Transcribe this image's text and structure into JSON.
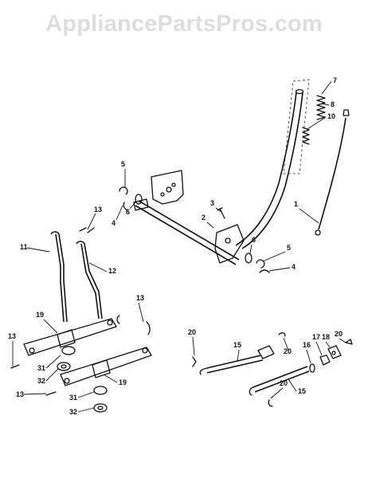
{
  "watermark": "AppliancePartsPros.com",
  "labels": [
    "1",
    "2",
    "3",
    "4",
    "4",
    "5",
    "5",
    "6",
    "6",
    "7",
    "8",
    "10",
    "11",
    "12",
    "13",
    "13",
    "13",
    "13",
    "15",
    "15",
    "16",
    "17",
    "18",
    "19",
    "19",
    "20",
    "20",
    "20",
    "20",
    "31",
    "31",
    "32",
    "32"
  ]
}
